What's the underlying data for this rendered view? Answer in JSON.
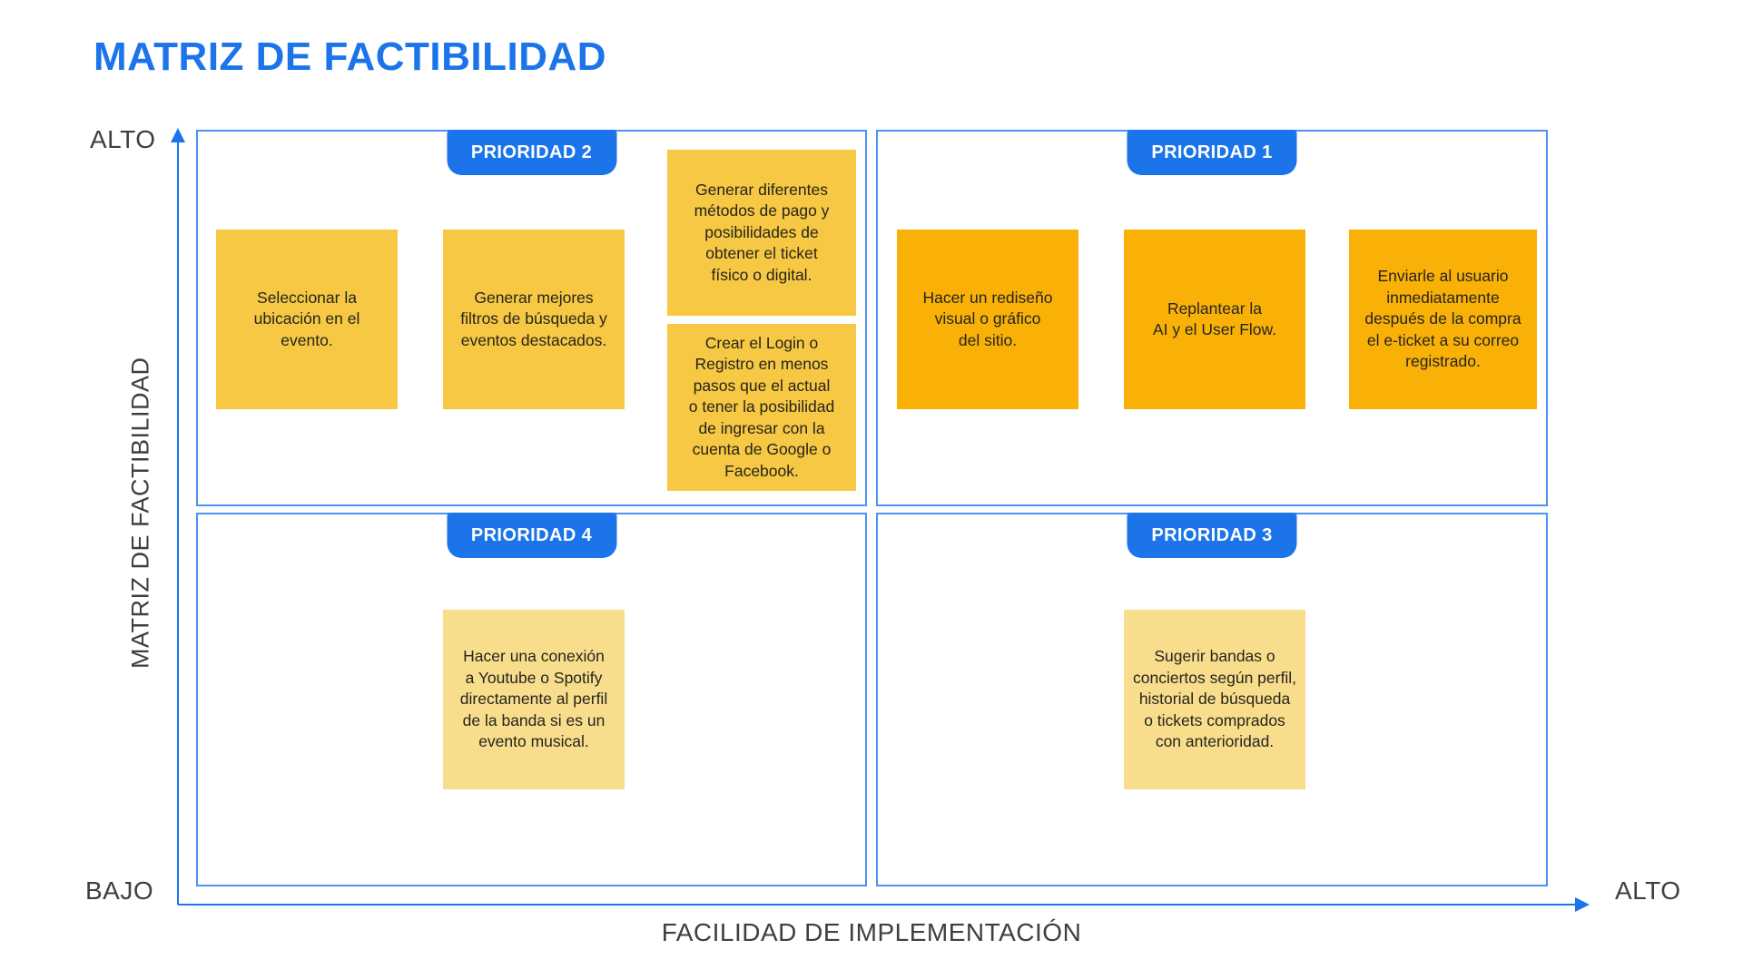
{
  "title": "MATRIZ DE FACTIBILIDAD",
  "axes": {
    "y_label": "MATRIZ DE FACTIBILIDAD",
    "x_label": "FACILIDAD DE IMPLEMENTACIÓN",
    "y_high": "ALTO",
    "y_low": "BAJO",
    "x_high": "ALTO"
  },
  "colors": {
    "accent_blue": "#1B74E9",
    "quadrant_border": "#4D92F5",
    "note_gold": "#F6C843",
    "note_orange": "#F9B108",
    "note_light_yellow": "#F8DE8C",
    "axis_text": "#3C4043"
  },
  "quadrants": [
    {
      "position": "top-left",
      "badge": "PRIORIDAD 2",
      "notes": [
        {
          "text": "Seleccionar la\nubicación en el\nevento."
        },
        {
          "text": "Generar mejores\nfiltros de búsqueda y\neventos destacados."
        },
        {
          "text": "Generar diferentes\nmétodos de pago y\nposibilidades de\nobtener el ticket\nfísico o digital."
        },
        {
          "text": "Crear el Login o\nRegistro en menos\npasos que el actual\no tener la posibilidad\nde ingresar con la\ncuenta de Google o\nFacebook."
        }
      ]
    },
    {
      "position": "top-right",
      "badge": "PRIORIDAD 1",
      "notes": [
        {
          "text": "Hacer un rediseño\nvisual o gráfico\ndel sitio."
        },
        {
          "text": "Replantear la\nAI y el User Flow."
        },
        {
          "text": "Enviarle al usuario\ninmediatamente\ndespués de la compra\nel e-ticket a su correo\nregistrado."
        }
      ]
    },
    {
      "position": "bottom-left",
      "badge": "PRIORIDAD 4",
      "notes": [
        {
          "text": "Hacer una conexión\na Youtube o Spotify\ndirectamente al perfil\nde la banda si es un\nevento musical."
        }
      ]
    },
    {
      "position": "bottom-right",
      "badge": "PRIORIDAD 3",
      "notes": [
        {
          "text": "Sugerir bandas o\nconciertos según perfil,\nhistorial de búsqueda\no tickets comprados\ncon anterioridad."
        }
      ]
    }
  ]
}
